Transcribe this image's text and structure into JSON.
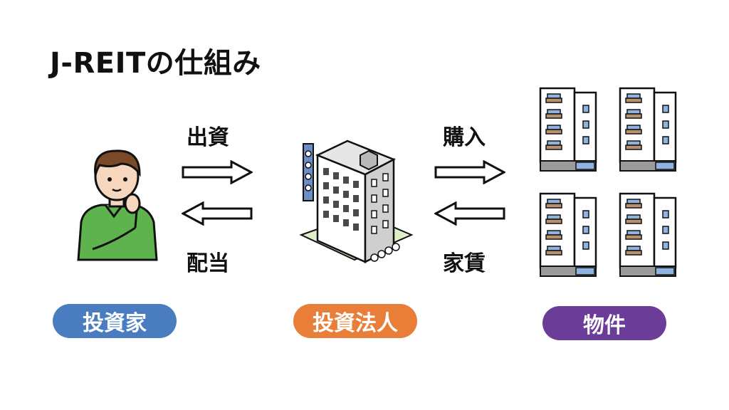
{
  "title": "J-REITの仕組み",
  "flows": {
    "invest": "出資",
    "dividend": "配当",
    "purchase": "購入",
    "rent": "家賃"
  },
  "nodes": {
    "investor": {
      "label": "投資家",
      "color": "#4a7cc0"
    },
    "corporation": {
      "label": "投資法人",
      "color": "#e87e38"
    },
    "property": {
      "label": "物件",
      "color": "#6b3d99"
    }
  },
  "icons": [
    "person-icon",
    "office-building-icon",
    "apartment-building-icon"
  ]
}
